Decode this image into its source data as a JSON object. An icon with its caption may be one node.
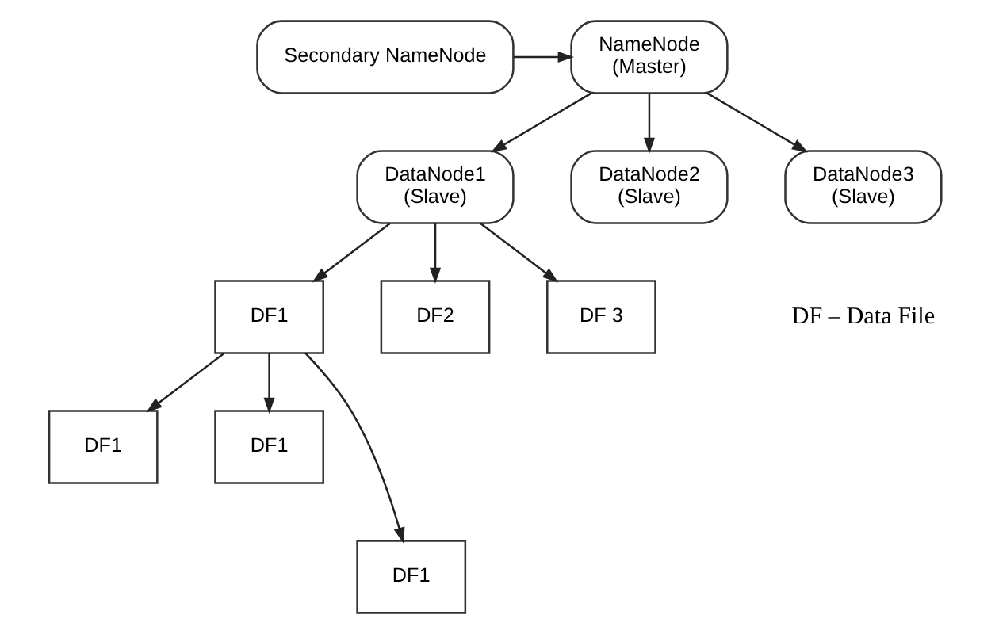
{
  "diagram": {
    "nodes": [
      {
        "text": [
          "NameNode",
          "(Master)"
        ]
      },
      {
        "text": [
          "Secondary NameNode"
        ]
      },
      {
        "text": [
          "DataNode1",
          "(Slave)"
        ]
      },
      {
        "text": [
          "DataNode2",
          "(Slave)"
        ]
      },
      {
        "text": [
          "DataNode3",
          "(Slave)"
        ]
      },
      {
        "text": [
          "DF1"
        ]
      },
      {
        "text": [
          "DF2"
        ]
      },
      {
        "text": [
          "DF 3"
        ]
      },
      {
        "text": [
          "DF1"
        ]
      },
      {
        "text": [
          "DF1"
        ]
      },
      {
        "text": [
          "DF1"
        ]
      }
    ],
    "edges": [
      {
        "from": 1,
        "to": 0,
        "arrow": "to"
      },
      {
        "from": 0,
        "to": 2,
        "arrow": "to"
      },
      {
        "from": 0,
        "to": 3,
        "arrow": "to"
      },
      {
        "from": 0,
        "to": 4,
        "arrow": "to"
      },
      {
        "from": 2,
        "to": 5,
        "arrow": "to"
      },
      {
        "from": 2,
        "to": 6,
        "arrow": "to"
      },
      {
        "from": 2,
        "to": 7,
        "arrow": "to"
      },
      {
        "from": 5,
        "to": 8,
        "arrow": "to"
      },
      {
        "from": 5,
        "to": 9,
        "arrow": "to"
      },
      {
        "from": 5,
        "to": 10,
        "arrow": "to"
      }
    ],
    "labels": [
      "DF – Data File"
    ]
  }
}
